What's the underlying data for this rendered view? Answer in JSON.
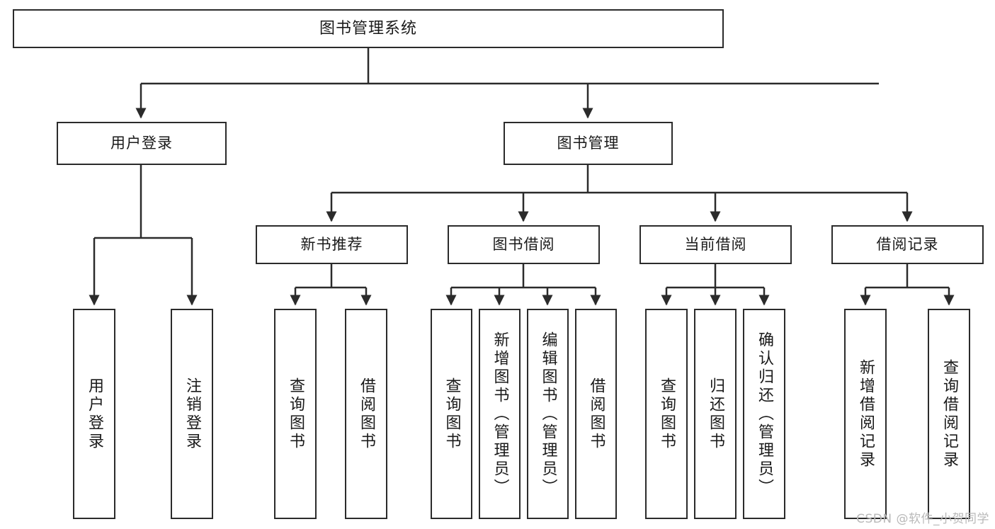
{
  "diagram": {
    "title": "图书管理系统",
    "type": "hierarchy-tree",
    "root": {
      "label": "图书管理系统"
    },
    "level2": [
      {
        "label": "用户登录"
      },
      {
        "label": "图书管理"
      }
    ],
    "level3": [
      {
        "label": "新书推荐"
      },
      {
        "label": "图书借阅"
      },
      {
        "label": "当前借阅"
      },
      {
        "label": "借阅记录"
      }
    ],
    "leaves": {
      "user_login": [
        {
          "label": "用户登录"
        },
        {
          "label": "注销登录"
        }
      ],
      "new_book_recommend": [
        {
          "label": "查询图书"
        },
        {
          "label": "借阅图书"
        }
      ],
      "book_borrow": [
        {
          "label": "查询图书"
        },
        {
          "label": "新增图书（管理员）"
        },
        {
          "label": "编辑图书（管理员）"
        },
        {
          "label": "借阅图书"
        }
      ],
      "current_borrow": [
        {
          "label": "查询图书"
        },
        {
          "label": "归还图书"
        },
        {
          "label": "确认归还（管理员）"
        }
      ],
      "borrow_record": [
        {
          "label": "新增借阅记录"
        },
        {
          "label": "查询借阅记录"
        }
      ]
    }
  },
  "watermark": {
    "text": "CSDN @软件_小贺同学"
  },
  "colors": {
    "stroke": "#2b2b2b",
    "box_fill": "#ffffff",
    "text": "#1a1a1a",
    "watermark": "#b9b9b9"
  }
}
